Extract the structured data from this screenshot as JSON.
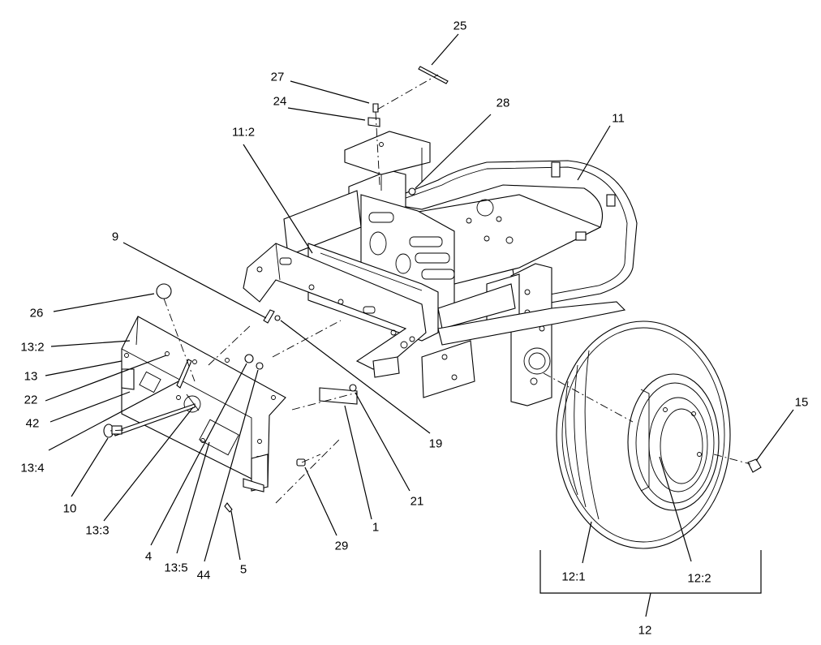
{
  "diagram": {
    "callouts": [
      {
        "id": "c25",
        "text": "25"
      },
      {
        "id": "c27",
        "text": "27"
      },
      {
        "id": "c24",
        "text": "24"
      },
      {
        "id": "c28",
        "text": "28"
      },
      {
        "id": "c11",
        "text": "11"
      },
      {
        "id": "c11_2",
        "text": "11:2"
      },
      {
        "id": "c9",
        "text": "9"
      },
      {
        "id": "c26",
        "text": "26"
      },
      {
        "id": "c13_2",
        "text": "13:2"
      },
      {
        "id": "c13",
        "text": "13"
      },
      {
        "id": "c22",
        "text": "22"
      },
      {
        "id": "c42",
        "text": "42"
      },
      {
        "id": "c13_4",
        "text": "13:4"
      },
      {
        "id": "c10",
        "text": "10"
      },
      {
        "id": "c13_3",
        "text": "13:3"
      },
      {
        "id": "c4",
        "text": "4"
      },
      {
        "id": "c13_5",
        "text": "13:5"
      },
      {
        "id": "c44",
        "text": "44"
      },
      {
        "id": "c5",
        "text": "5"
      },
      {
        "id": "c29",
        "text": "29"
      },
      {
        "id": "c1",
        "text": "1"
      },
      {
        "id": "c21",
        "text": "21"
      },
      {
        "id": "c19",
        "text": "19"
      },
      {
        "id": "c15",
        "text": "15"
      },
      {
        "id": "c12_1",
        "text": "12:1"
      },
      {
        "id": "c12_2",
        "text": "12:2"
      },
      {
        "id": "c12",
        "text": "12"
      }
    ]
  }
}
